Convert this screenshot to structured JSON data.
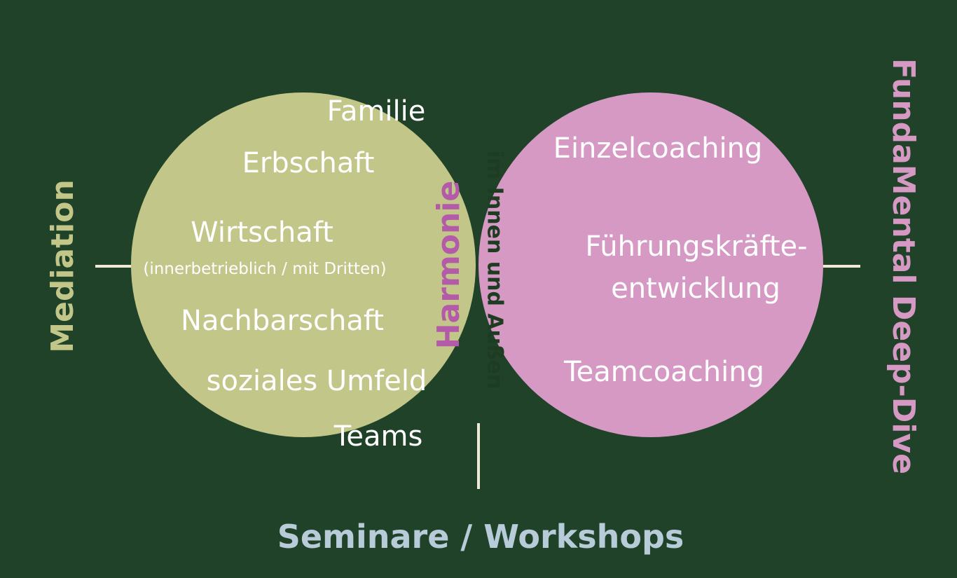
{
  "colors": {
    "background": "#1f4228",
    "left_circle": "#c2c688",
    "right_circle": "#d599c4",
    "intersection": "#b7cbd8",
    "connector": "#f2e8d6",
    "harmonie_text": "#b35ba8",
    "innen_text": "#1d3c22",
    "item_text": "#ffffff"
  },
  "labels": {
    "left": "Mediation",
    "right": "FundaMental Deep-Dive",
    "bottom": "Seminare / Workshops"
  },
  "left_items": {
    "familie": "Familie",
    "erbschaft": "Erbschaft",
    "wirtschaft": "Wirtschaft",
    "wirtschaft_detail": "(innerbetrieblich / mit Dritten)",
    "nachbarschaft": "Nachbarschaft",
    "soziales": "soziales Umfeld",
    "teams": "Teams"
  },
  "right_items": {
    "einzel": "Einzelcoaching",
    "fuehrung_1": "Führungskräfte-",
    "fuehrung_2": "entwicklung",
    "team": "Teamcoaching"
  },
  "center": {
    "harmonie": "Harmonie",
    "innen": "im Innen und Außen"
  }
}
